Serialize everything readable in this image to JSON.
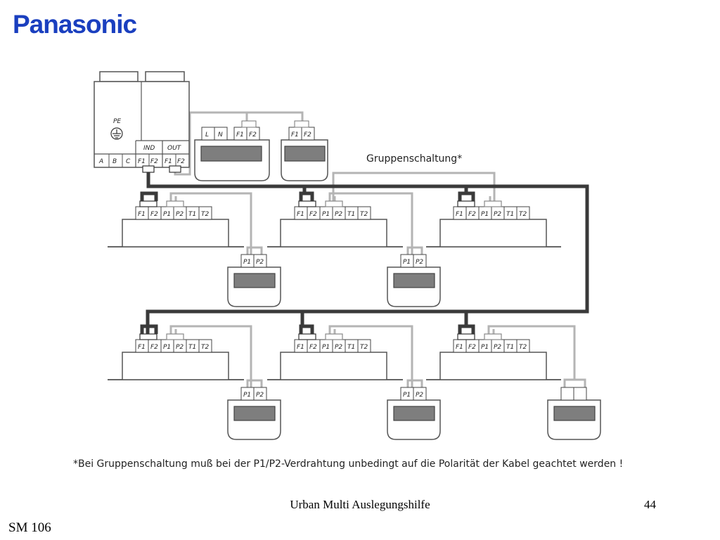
{
  "brand": {
    "logo_text": "Panasonic",
    "logo_color": "#1a3fbf"
  },
  "diagram": {
    "outdoor_unit": {
      "pe_label": "PE",
      "terminals_abc": [
        "A",
        "B",
        "C"
      ],
      "group_ind_label": "IND",
      "group_out_label": "OUT",
      "terminals_ind": [
        "F1",
        "F2"
      ],
      "terminals_out": [
        "F1",
        "F2"
      ]
    },
    "central_controller": {
      "terminals": [
        "L",
        "N",
        "F1",
        "F2"
      ]
    },
    "second_controller": {
      "terminals": [
        "F1",
        "F2"
      ]
    },
    "indoor_terminals": [
      "F1",
      "F2",
      "P1",
      "P2",
      "T1",
      "T2"
    ],
    "remote_terminals": [
      "P1",
      "P2"
    ],
    "group_label": "Gruppenschaltung*",
    "colors": {
      "transmission_wire": "#3a3a3a",
      "remote_wire": "#b4b4b4",
      "display": "#7e7e7e"
    }
  },
  "footnote": "*Bei Gruppenschaltung muß bei der P1/P2-Verdrahtung unbedingt auf die Polarität der Kabel geachtet werden !",
  "footer": {
    "title": "Urban Multi Auslegungshilfe",
    "page": "44",
    "code": "SM 106"
  }
}
